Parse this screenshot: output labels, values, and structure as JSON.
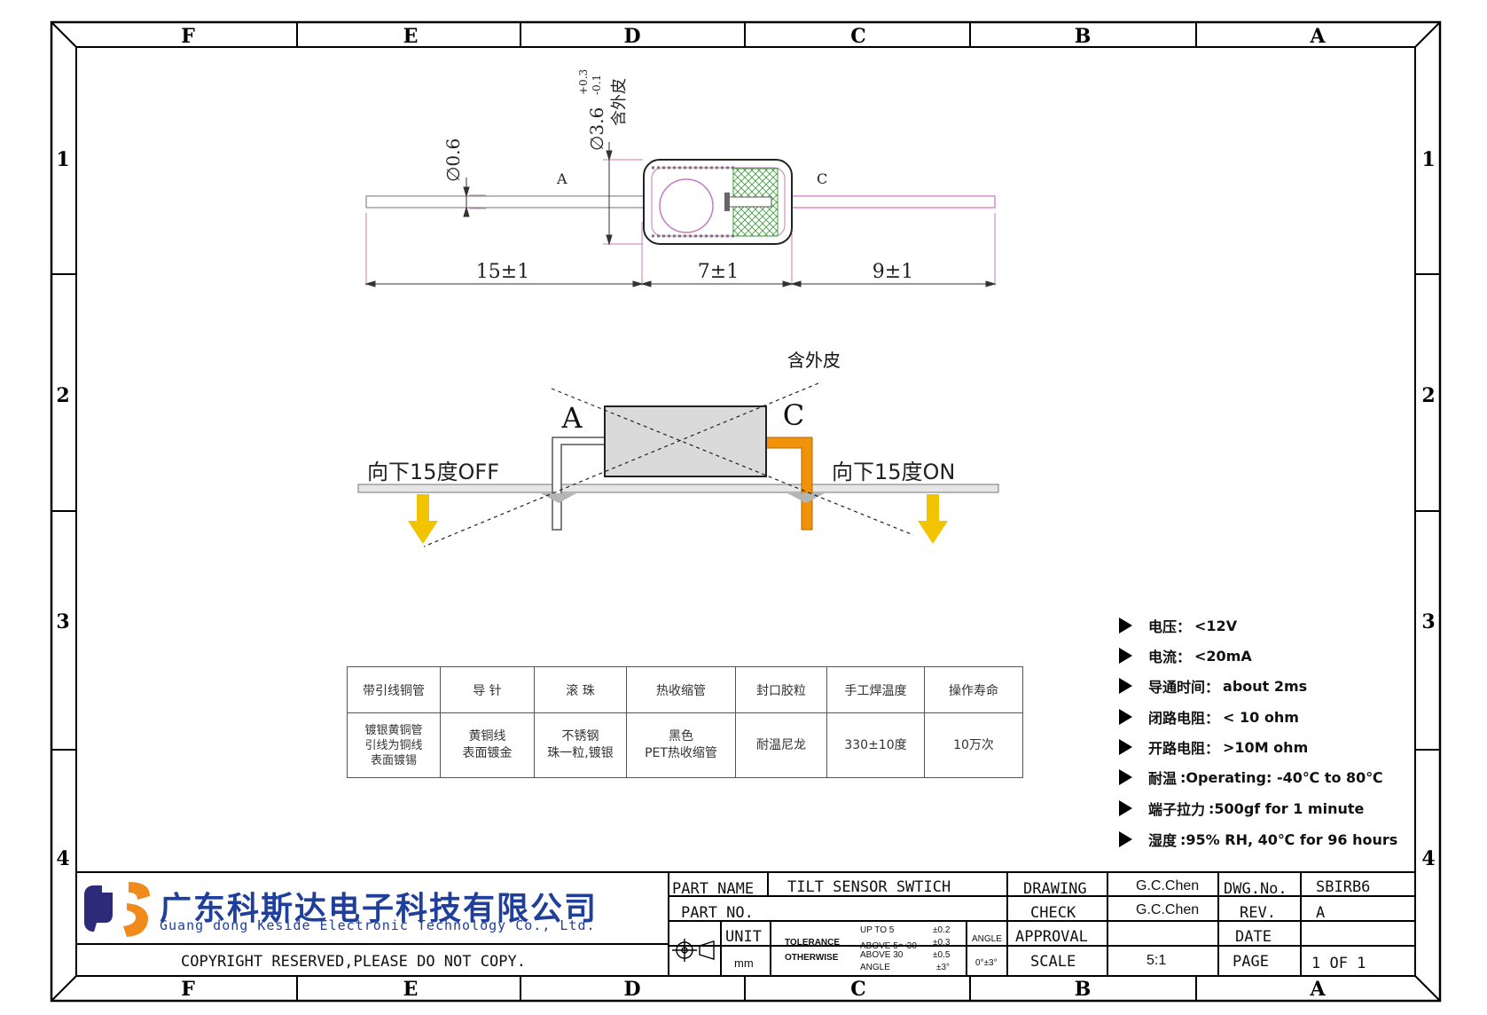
{
  "frame": {
    "col_letters": [
      "F",
      "E",
      "D",
      "C",
      "B",
      "A"
    ],
    "row_numbers": [
      "1",
      "2",
      "3",
      "4"
    ]
  },
  "top_view": {
    "lead_diameter": "∅0.6",
    "body_diameter": "∅3.6",
    "body_tol_plus": "+0.3",
    "body_tol_minus": "-0.1",
    "body_note": "含外皮",
    "terminal_a": "A",
    "terminal_c": "C",
    "dim_left": "15±1",
    "dim_mid": "7±1",
    "dim_right": "9±1"
  },
  "tilt_view": {
    "note": "含外皮",
    "terminal_a": "A",
    "terminal_c": "C",
    "left_label": "向下15度OFF",
    "right_label": "向下15度ON",
    "colors": {
      "arrow": "#f2c400",
      "lead_c": "#f0920a",
      "body": "#dadada"
    }
  },
  "bom_table": {
    "headers": [
      "带引线铜管",
      "导 针",
      "滚 珠",
      "热收缩管",
      "封口胶粒",
      "手工焊温度",
      "操作寿命"
    ],
    "values": [
      [
        "镀银黄铜管",
        "引线为铜线",
        "表面镀锡"
      ],
      [
        "黄铜线",
        "表面镀金"
      ],
      [
        "不锈钢",
        "珠一粒,镀银"
      ],
      [
        "黑色",
        "PET热收缩管"
      ],
      [
        "耐温尼龙"
      ],
      [
        "330±10度"
      ],
      [
        "10万次"
      ]
    ]
  },
  "specs": [
    {
      "key": "电压：",
      "value": "<12V"
    },
    {
      "key": "电流：",
      "value": "<20mA"
    },
    {
      "key": "导通时间：",
      "value": "about 2ms"
    },
    {
      "key": "闭路电阻：",
      "value": "< 10 ohm"
    },
    {
      "key": "开路电阻：",
      "value": ">10M ohm"
    },
    {
      "key": "耐温",
      "value": ":Operating: -40℃ to 80℃"
    },
    {
      "key": "端子拉力",
      "value": ":500gf for 1 minute"
    },
    {
      "key": "湿度",
      "value": ":95% RH, 40℃ for 96 hours"
    }
  ],
  "title_block": {
    "company_cn": "广东科斯达电子科技有限公司",
    "company_en": "Guang dong Keside  Electronic Technology Co., Ltd.",
    "copyright": "COPYRIGHT RESERVED,PLEASE DO NOT COPY.",
    "part_name_label": "PART NAME",
    "part_name_value": "TILT SENSOR SWTICH",
    "part_no_label": "PART NO.",
    "unit_label": "UNIT",
    "unit_value": "mm",
    "tolerance_label_1": "TOLERANCE",
    "tolerance_label_2": "OTHERWISE",
    "tol_row1_range": "UP TO 5",
    "tol_row1_val": "±0.2",
    "tol_row2_range": "ABOVE 5～30",
    "tol_row2_val": "±0.3",
    "tol_row3_range": "ABOVE 30",
    "tol_row3_val": "±0.5",
    "tol_row4_range": "ANGLE",
    "tol_row4_val": "±3°",
    "angle_label": "ANGLE",
    "angle_value": "0°±3°",
    "drawing_label": "DRAWING",
    "drawing_value": "G.C.Chen",
    "check_label": "CHECK",
    "check_value": "G.C.Chen",
    "approval_label": "APPROVAL",
    "approval_value": "",
    "scale_label": "SCALE",
    "scale_value": "5:1",
    "dwg_no_label": "DWG.No.",
    "dwg_no_value": "SBIRB6",
    "rev_label": "REV.",
    "rev_value": "A",
    "date_label": "DATE",
    "date_value": "",
    "page_label": "PAGE",
    "page_value": "1 OF 1"
  }
}
